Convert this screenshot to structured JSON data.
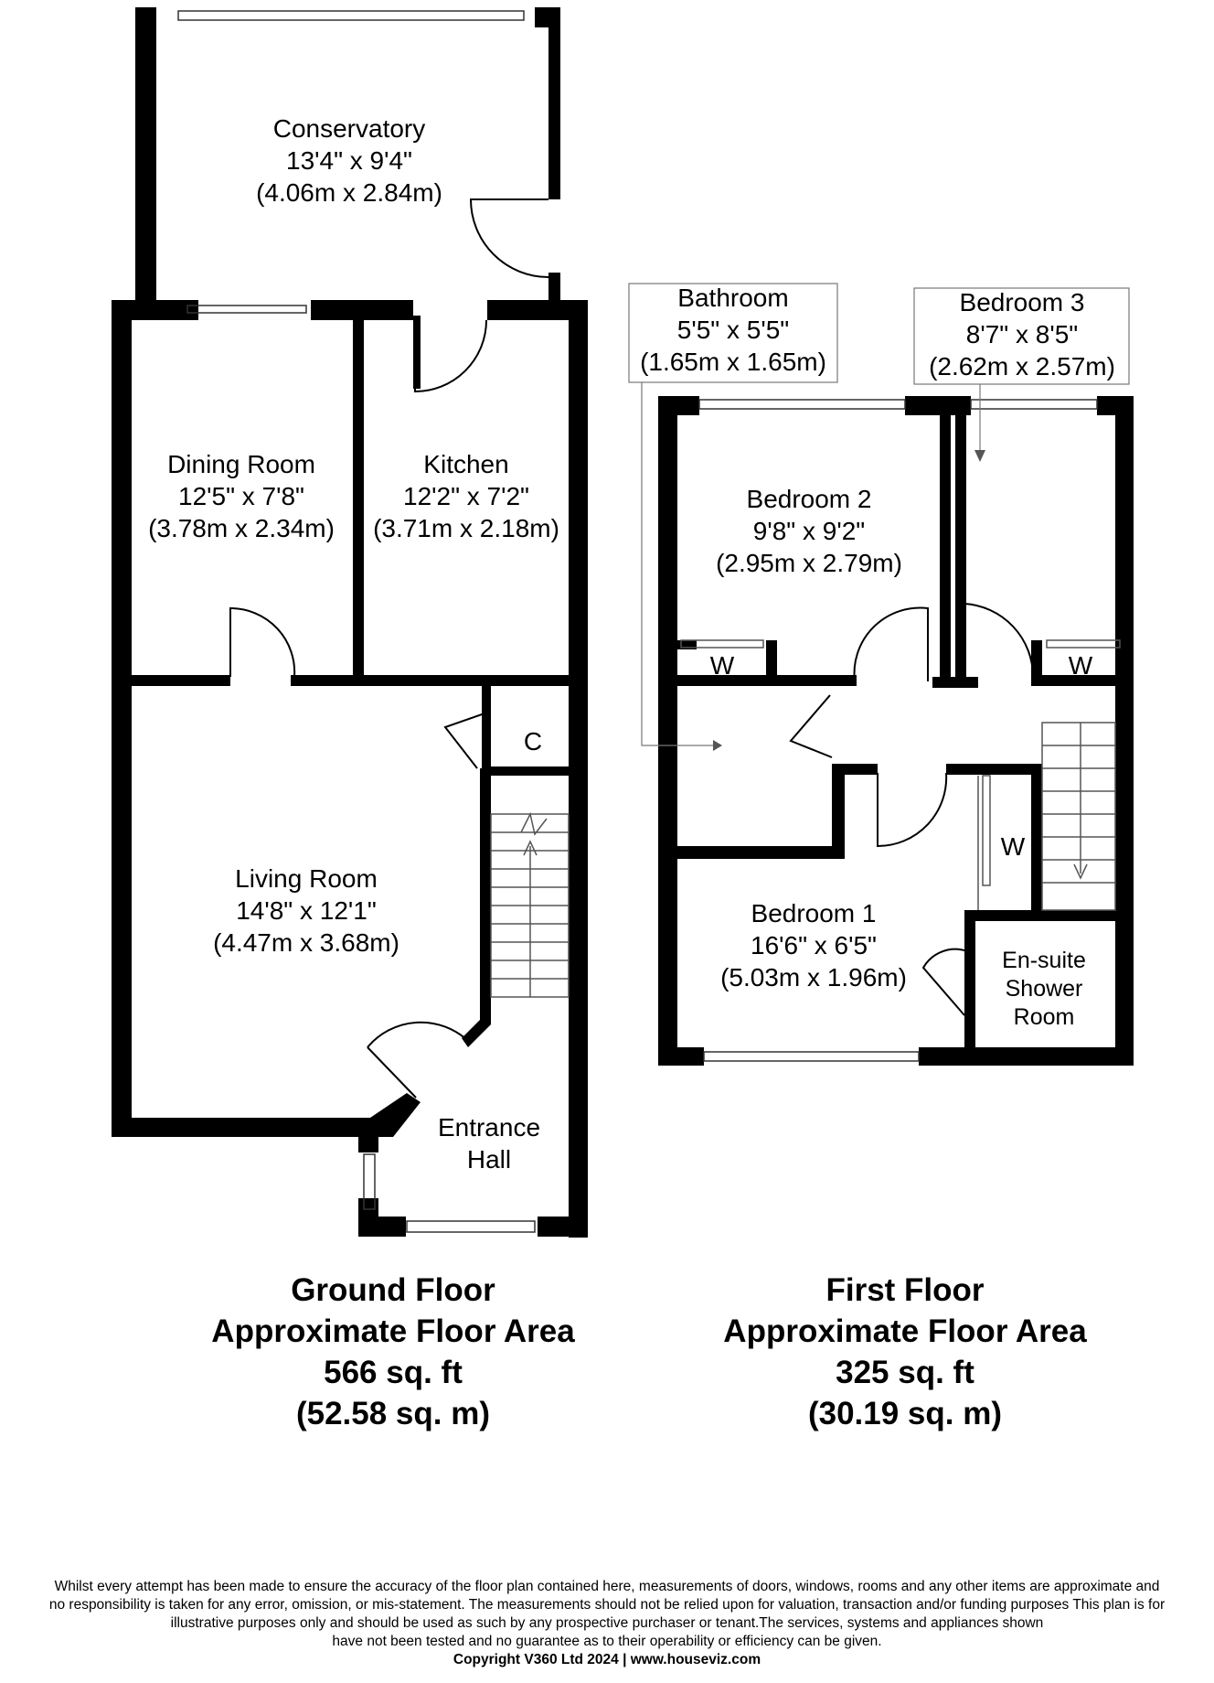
{
  "ground_floor": {
    "rooms": {
      "conservatory": {
        "name": "Conservatory",
        "imperial": "13'4\" x 9'4\"",
        "metric": "(4.06m x 2.84m)"
      },
      "dining_room": {
        "name": "Dining Room",
        "imperial": "12'5\" x 7'8\"",
        "metric": "(3.78m x 2.34m)"
      },
      "kitchen": {
        "name": "Kitchen",
        "imperial": "12'2\" x 7'2\"",
        "metric": "(3.71m x 2.18m)"
      },
      "living_room": {
        "name": "Living Room",
        "imperial": "14'8\" x 12'1\"",
        "metric": "(4.47m x 3.68m)"
      },
      "entrance_hall": {
        "line1": "Entrance",
        "line2": "Hall"
      },
      "cupboard": {
        "label": "C"
      }
    },
    "summary": {
      "title": "Ground Floor",
      "subtitle": "Approximate Floor Area",
      "area_sqft": "566 sq. ft",
      "area_sqm": "(52.58 sq. m)"
    }
  },
  "first_floor": {
    "rooms": {
      "bathroom": {
        "name": "Bathroom",
        "imperial": "5'5\" x 5'5\"",
        "metric": "(1.65m x 1.65m)"
      },
      "bedroom_3": {
        "name": "Bedroom 3",
        "imperial": "8'7\" x 8'5\"",
        "metric": "(2.62m x 2.57m)"
      },
      "bedroom_2": {
        "name": "Bedroom 2",
        "imperial": "9'8\" x 9'2\"",
        "metric": "(2.95m x 2.79m)"
      },
      "bedroom_1": {
        "name": "Bedroom 1",
        "imperial": "16'6\" x 6'5\"",
        "metric": "(5.03m x 1.96m)"
      },
      "ensuite": {
        "line1": "En-suite",
        "line2": "Shower",
        "line3": "Room"
      },
      "wardrobe_label": "W"
    },
    "summary": {
      "title": "First Floor",
      "subtitle": "Approximate Floor Area",
      "area_sqft": "325 sq. ft",
      "area_sqm": "(30.19 sq. m)"
    }
  },
  "disclaimer": {
    "line1": "Whilst every attempt has been made to ensure the accuracy of the floor plan contained here, measurements of doors, windows, rooms and any other items are approximate and",
    "line2": "no responsibility is taken for any error, omission, or mis-statement.  The measurements should not be relied upon for valuation, transaction and/or funding purposes This plan is for",
    "line3": "illustrative purposes only and should be used as such by any prospective purchaser or tenant.The services, systems and appliances shown",
    "line4": "have not been tested and no guarantee as to their operability or efficiency can be given.",
    "copyright": "Copyright V360 Ltd 2024 | www.houseviz.com"
  }
}
